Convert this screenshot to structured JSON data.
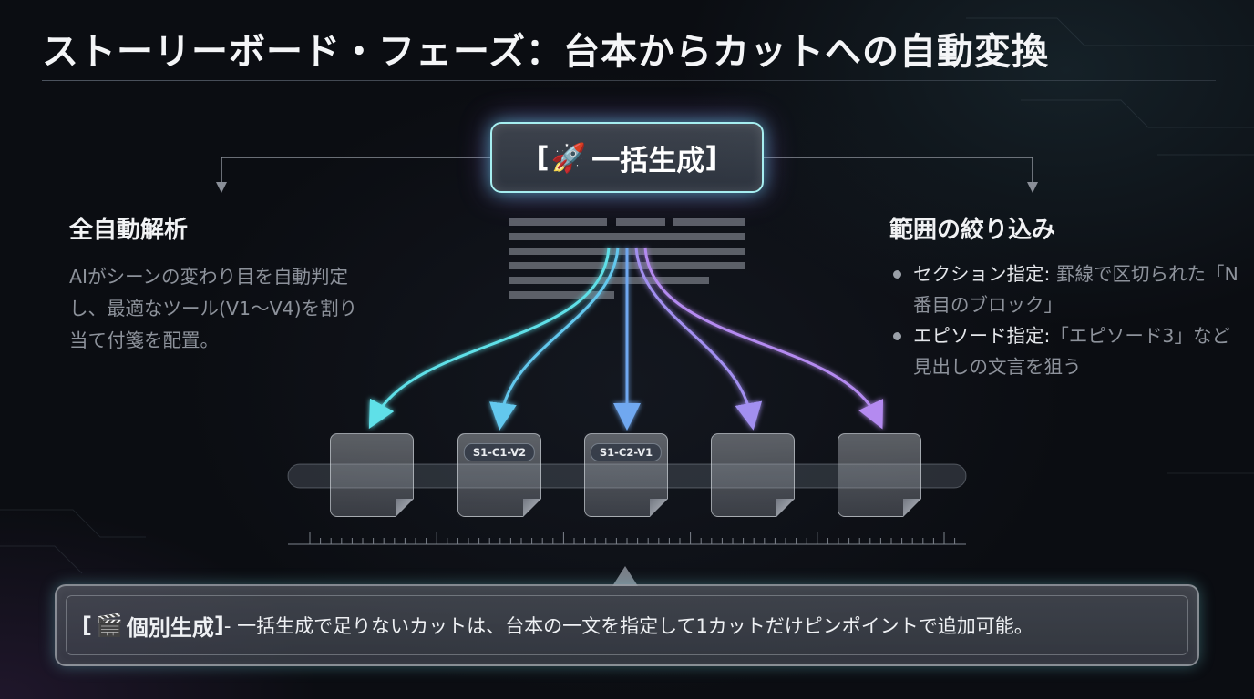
{
  "title": "ストーリーボード・フェーズ：台本からカットへの自動変換",
  "batch_button": {
    "open": "[",
    "rocket": "🚀",
    "label": "一括生成",
    "close": "]"
  },
  "left_section": {
    "heading": "全自動解析",
    "body": "AIがシーンの変わり目を自動判定し、最適なツール(V1〜V4)を割り当て付箋を配置。"
  },
  "right_section": {
    "heading": "範囲の絞り込み",
    "bullets": [
      {
        "key": "セクション指定:",
        "text": " 罫線で区切られた「N番目のブロック」"
      },
      {
        "key": "エピソード指定:",
        "text": "「エピソード3」など見出しの文言を狙う"
      }
    ]
  },
  "timeline_cards": [
    {
      "tag": ""
    },
    {
      "tag": "S1-C1-V2"
    },
    {
      "tag": "S1-C2-V1"
    },
    {
      "tag": ""
    },
    {
      "tag": ""
    }
  ],
  "individual_panel": {
    "open": "[",
    "icon": "🎬",
    "label": "個別生成",
    "close": "]",
    "description": " - 一括生成で足りないカットは、台本の一文を指定して1カットだけピンポイントで追加可能。"
  },
  "colors": {
    "cyan": "#5ee0e8",
    "blue": "#6fa8f0",
    "purple": "#b48af0",
    "text_muted": "#8d929b"
  }
}
